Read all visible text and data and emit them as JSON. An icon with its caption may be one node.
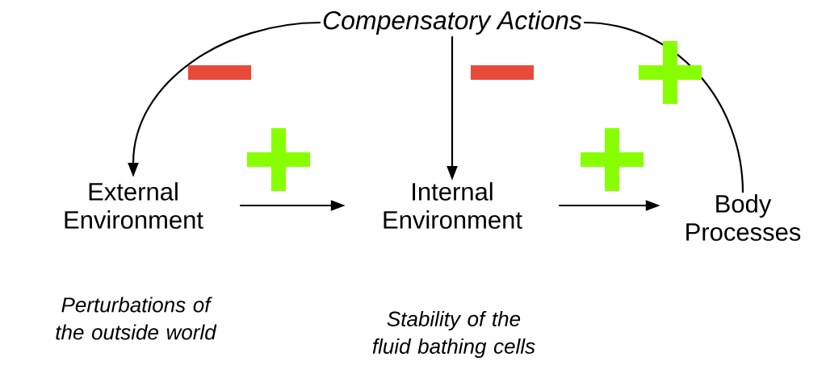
{
  "diagram": {
    "nodes": [
      {
        "text": [
          "Compensatory Actions"
        ]
      },
      {
        "text": [
          "External Environment"
        ],
        "beside": [
          "Perturbations of the outside world"
        ]
      },
      {
        "text": [
          "Internal Environment"
        ],
        "beside": [
          "Stability of the fluid bathing cells"
        ]
      },
      {
        "text": [
          "Body Processes"
        ]
      }
    ],
    "edges": [
      {
        "from": 0,
        "to": 1,
        "arrow": "to"
      },
      {
        "from": 0,
        "to": 2,
        "arrow": "to"
      },
      {
        "from": 1,
        "to": 2,
        "arrow": "to"
      },
      {
        "from": 2,
        "to": 3,
        "arrow": "to"
      },
      {
        "from": 3,
        "to": 0,
        "arrow": "none"
      }
    ]
  }
}
